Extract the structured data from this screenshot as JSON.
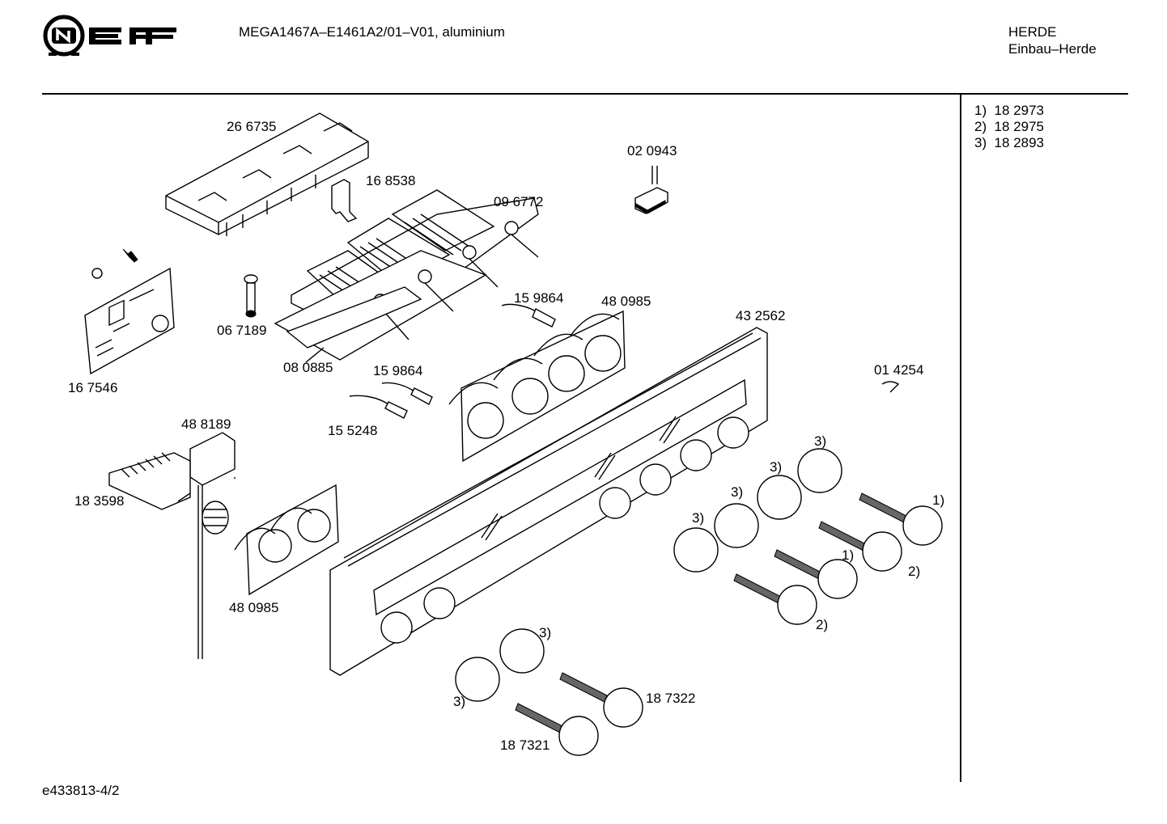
{
  "header": {
    "brand": "NEFF",
    "model": "MEGA1467A–E1461A2/01–V01, aluminium",
    "category": "HERDE",
    "subcategory": "Einbau–Herde"
  },
  "sidebar": {
    "notes": [
      "1)  18 2973",
      "2)  18 2975",
      "3)  18 2893"
    ]
  },
  "footer": {
    "drawing_id": "e433813-4/2"
  },
  "parts": {
    "p266735": "26 6735",
    "p168538": "16 8538",
    "p020943": "02 0943",
    "p096772": "09 6772",
    "p067189": "06 7189",
    "p167546": "16 7546",
    "p080885": "08 0885",
    "p159864a": "15 9864",
    "p480985a": "48 0985",
    "p432562": "43 2562",
    "p159864b": "15 9864",
    "p014254": "01 4254",
    "p155248": "15 5248",
    "p488189": "48 8189",
    "p183598": "18 3598",
    "p480985b": "48 0985",
    "p187322": "18 7322",
    "p187321": "18 7321"
  },
  "callouts": {
    "c1": "3)",
    "c2": "3)",
    "c3": "3)",
    "c4": "3)",
    "c5": "1)",
    "c6": "1)",
    "c7": "2)",
    "c8": "2)",
    "c9": "3)",
    "c10": "3)"
  }
}
